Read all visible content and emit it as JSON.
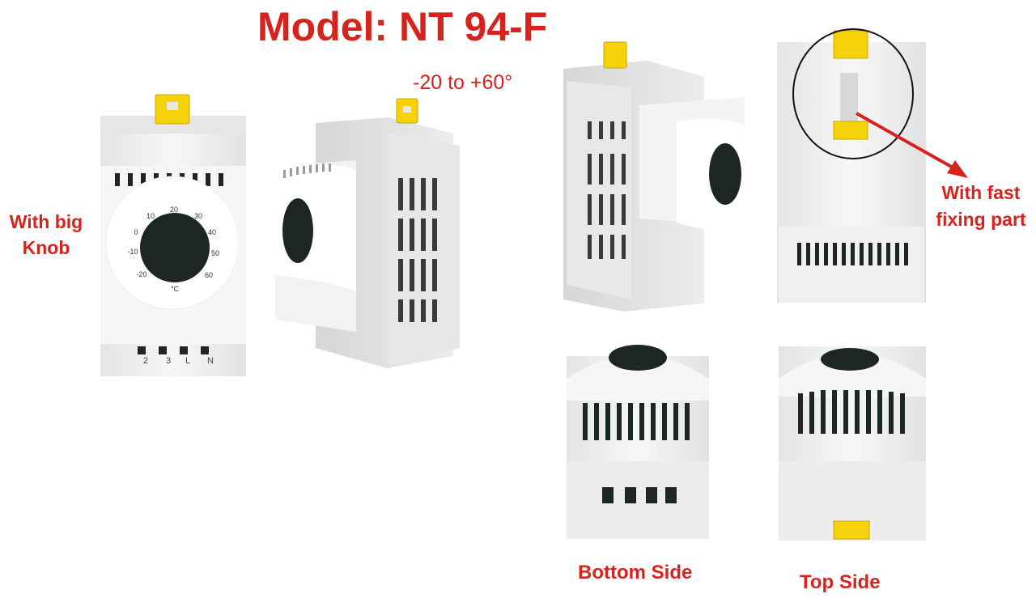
{
  "title": "Model: NT 94-F",
  "range": "-20 to +60°",
  "callouts": {
    "big_knob": "With big Knob",
    "fast_fixing": "With fast fixing part",
    "bottom_side": "Bottom Side",
    "top_side": "Top Side"
  },
  "dial_scale": [
    "-20",
    "-10",
    "0",
    "10",
    "20",
    "30",
    "40",
    "50",
    "60"
  ],
  "dial_unit": "°C",
  "terminals": [
    "2",
    "3",
    "L",
    "N"
  ],
  "colors": {
    "accent_red": "#d7231e",
    "clip_yellow": "#f5d20a",
    "housing": "#eeeeee",
    "knob": "#1d2622"
  }
}
